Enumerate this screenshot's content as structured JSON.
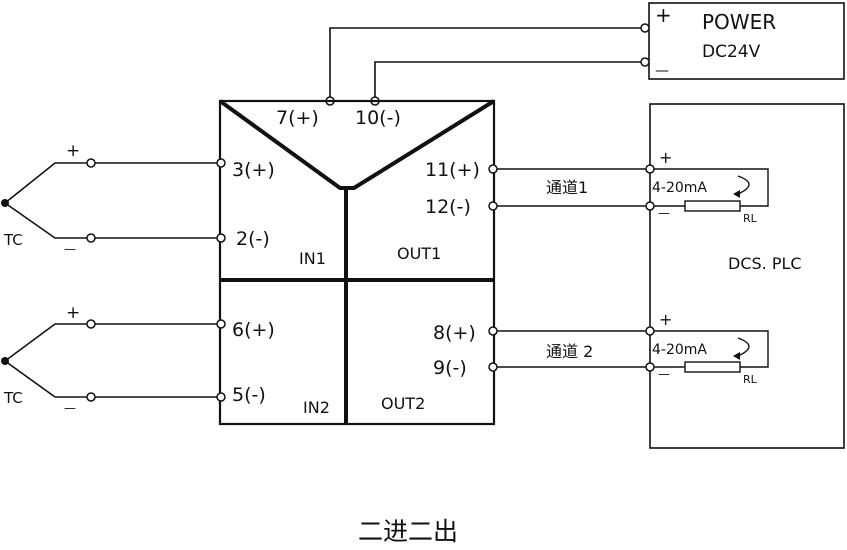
{
  "power": {
    "plus": "+",
    "title": "POWER",
    "voltage": "DC24V",
    "minus": "—"
  },
  "module": {
    "power_terminals": [
      "7(+)",
      "10(-)"
    ],
    "in1": {
      "label": "IN1",
      "plus": "3(+)",
      "minus": "2(-)"
    },
    "in2": {
      "label": "IN2",
      "plus": "6(+)",
      "minus": "5(-)"
    },
    "out1": {
      "label": "OUT1",
      "plus": "11(+)",
      "minus": "12(-)"
    },
    "out2": {
      "label": "OUT2",
      "plus": "8(+)",
      "minus": "9(-)"
    }
  },
  "sensors": [
    {
      "label": "TC",
      "plus": "+",
      "minus": "—"
    },
    {
      "label": "TC",
      "plus": "+",
      "minus": "—"
    }
  ],
  "channels": [
    "通道1",
    "通道 2"
  ],
  "dcs": {
    "label": "DCS. PLC",
    "loops": [
      {
        "plus": "+",
        "minus": "—",
        "current": "4-20mA",
        "load": "RL"
      },
      {
        "plus": "+",
        "minus": "—",
        "current": "4-20mA",
        "load": "RL"
      }
    ]
  },
  "caption": "二进二出"
}
